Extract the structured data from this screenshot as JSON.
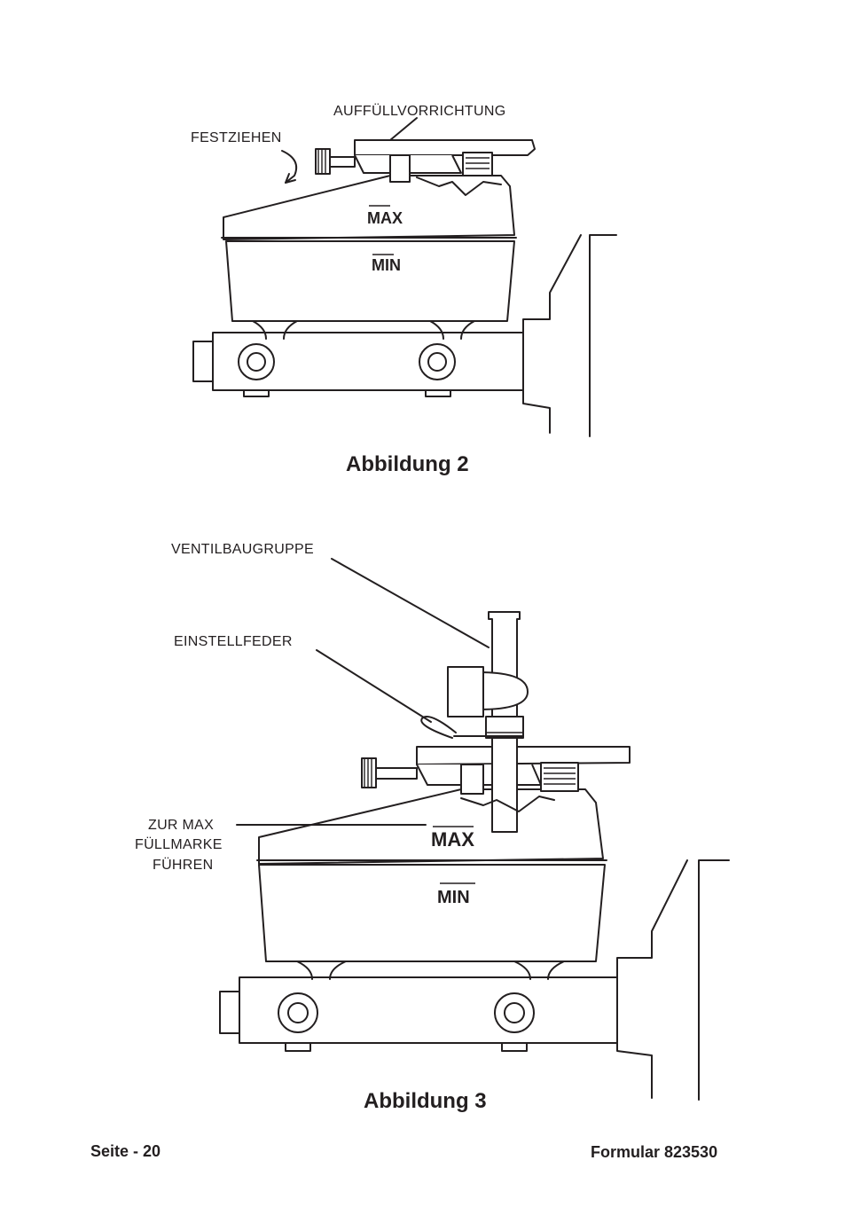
{
  "figure2": {
    "caption": "Abbildung 2",
    "labels": {
      "fill_device": "AUFFÜLLVORRICHTUNG",
      "tighten": "FESTZIEHEN",
      "max": "MAX",
      "min": "MIN"
    }
  },
  "figure3": {
    "caption": "Abbildung 3",
    "labels": {
      "valve_assembly": "VENTILBAUGRUPPE",
      "adjust_spring": "EINSTELLFEDER",
      "guide_line1": "ZUR MAX",
      "guide_line2": "FÜLLMARKE",
      "guide_line3": "FÜHREN",
      "max": "MAX",
      "min": "MIN"
    }
  },
  "footer": {
    "page": "Seite - 20",
    "form": "Formular 823530"
  }
}
